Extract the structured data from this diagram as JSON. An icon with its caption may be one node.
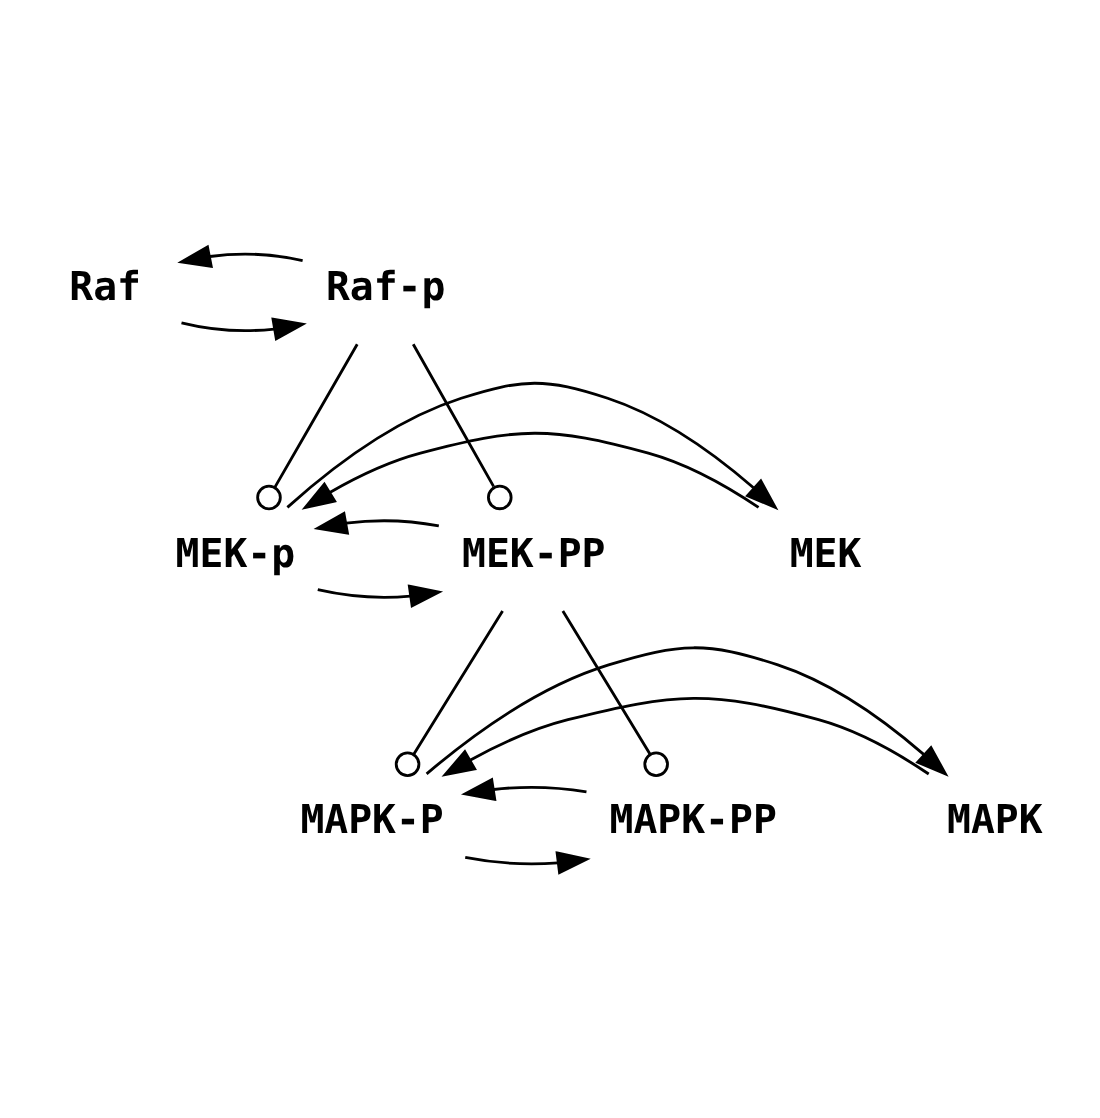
{
  "diagram": {
    "nodes": [
      {
        "text": [
          "Raf"
        ]
      },
      {
        "text": [
          "Raf-p"
        ]
      },
      {
        "text": [
          "MEK"
        ]
      },
      {
        "text": [
          "MEK-p"
        ]
      },
      {
        "text": [
          "MEK-PP"
        ]
      },
      {
        "text": [
          "MAPK"
        ]
      },
      {
        "text": [
          "MAPK-P"
        ]
      },
      {
        "text": [
          "MAPK-PP"
        ]
      }
    ],
    "edges": [
      {
        "from": 0,
        "to": 1,
        "arrow": "to"
      },
      {
        "from": 1,
        "to": 0,
        "arrow": "to"
      },
      {
        "from": 1,
        "to": 3,
        "arrow": "other"
      },
      {
        "from": 1,
        "to": 4,
        "arrow": "other"
      },
      {
        "from": 2,
        "to": 3,
        "arrow": "to"
      },
      {
        "from": 3,
        "to": 2,
        "arrow": "to"
      },
      {
        "from": 3,
        "to": 4,
        "arrow": "to"
      },
      {
        "from": 4,
        "to": 3,
        "arrow": "to"
      },
      {
        "from": 4,
        "to": 6,
        "arrow": "other"
      },
      {
        "from": 4,
        "to": 7,
        "arrow": "other"
      },
      {
        "from": 5,
        "to": 6,
        "arrow": "to"
      },
      {
        "from": 6,
        "to": 5,
        "arrow": "to"
      },
      {
        "from": 6,
        "to": 7,
        "arrow": "to"
      },
      {
        "from": 7,
        "to": 6,
        "arrow": "to"
      }
    ]
  }
}
